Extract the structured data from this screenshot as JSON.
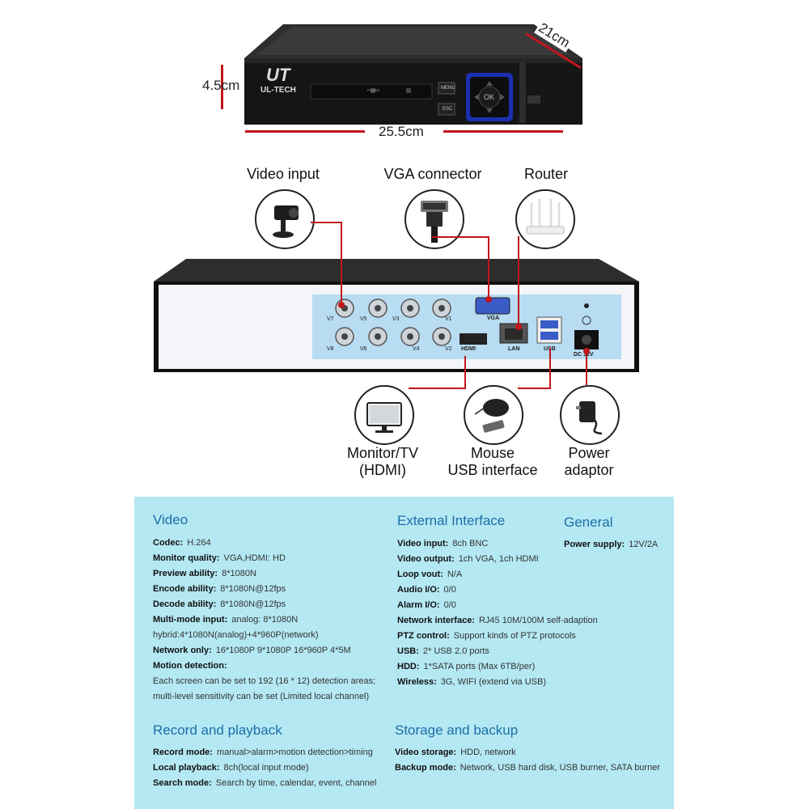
{
  "dimensions": {
    "height": "4.5cm",
    "depth": "21cm",
    "width": "25.5cm"
  },
  "front_panel": {
    "brand_logo": "UT",
    "brand_name": "UL-TECH",
    "power_label": "POWER",
    "menu_label": "MENU",
    "esc_label": "ESC",
    "ok_label": "OK"
  },
  "callouts": {
    "video_input": "Video input",
    "vga_connector": "VGA connector",
    "router": "Router",
    "monitor_line1": "Monitor/TV",
    "monitor_line2": "(HDMI)",
    "mouse_line1": "Mouse",
    "mouse_line2": "USB interface",
    "power_line1": "Power",
    "power_line2": "adaptor"
  },
  "rear_panel": {
    "bnc_top": [
      "V7",
      "V5",
      "V3",
      "V1"
    ],
    "bnc_bottom": [
      "V8",
      "V6",
      "V4",
      "V2"
    ],
    "vga": "VGA",
    "hdmi": "HDMI",
    "lan": "LAN",
    "usb": "USB",
    "dc": "DC 12V"
  },
  "specs": {
    "video": {
      "title": "Video",
      "rows": [
        {
          "label": "Codec:",
          "value": "H.264"
        },
        {
          "label": "Monitor quality:",
          "value": "VGA,HDMI: HD"
        },
        {
          "label": "Preview ability:",
          "value": "8*1080N"
        },
        {
          "label": "Encode ability:",
          "value": "8*1080N@12fps"
        },
        {
          "label": "Decode ability:",
          "value": "8*1080N@12fps"
        },
        {
          "label": "Multi-mode input:",
          "value": "analog: 8*1080N"
        }
      ],
      "hybrid_line": "hybrid:4*1080N(analog)+4*960P(network)",
      "network_only_label": "Network only:",
      "network_only_value": "16*1080P  9*1080P  16*960P  4*5M",
      "motion_label": "Motion detection:",
      "motion_line1": "Each screen can be set to 192 (16 * 12) detection areas;",
      "motion_line2": "multi-level sensitivity can be set (Limited local channel)"
    },
    "external": {
      "title": "External Interface",
      "rows": [
        {
          "label": "Video input:",
          "value": "8ch BNC"
        },
        {
          "label": "Video output:",
          "value": "1ch VGA, 1ch HDMI"
        },
        {
          "label": "Loop vout:",
          "value": "N/A"
        },
        {
          "label": "Audio I/O:",
          "value": "0/0"
        },
        {
          "label": "Alarm I/O:",
          "value": "0/0"
        },
        {
          "label": "Network interface:",
          "value": "RJ45 10M/100M self-adaption"
        },
        {
          "label": "PTZ control:",
          "value": "Support kinds of PTZ protocols"
        },
        {
          "label": "USB:",
          "value": "2* USB 2.0 ports"
        },
        {
          "label": "HDD:",
          "value": "1*SATA ports (Max 6TB/per)"
        },
        {
          "label": "Wireless:",
          "value": "3G, WIFI (extend via USB)"
        }
      ]
    },
    "general": {
      "title": "General",
      "rows": [
        {
          "label": "Power supply:",
          "value": "12V/2A"
        }
      ]
    },
    "record": {
      "title": "Record and playback",
      "rows": [
        {
          "label": "Record mode:",
          "value": "manual>alarm>motion detection>timing"
        },
        {
          "label": "Local playback:",
          "value": "8ch(local input mode)"
        },
        {
          "label": "Search mode:",
          "value": "Search by time, calendar, event, channel"
        }
      ]
    },
    "storage": {
      "title": "Storage and backup",
      "rows": [
        {
          "label": "Video storage:",
          "value": "HDD, network"
        },
        {
          "label": "Backup mode:",
          "value": "Network, USB hard disk, USB burner, SATA burner"
        }
      ]
    }
  }
}
